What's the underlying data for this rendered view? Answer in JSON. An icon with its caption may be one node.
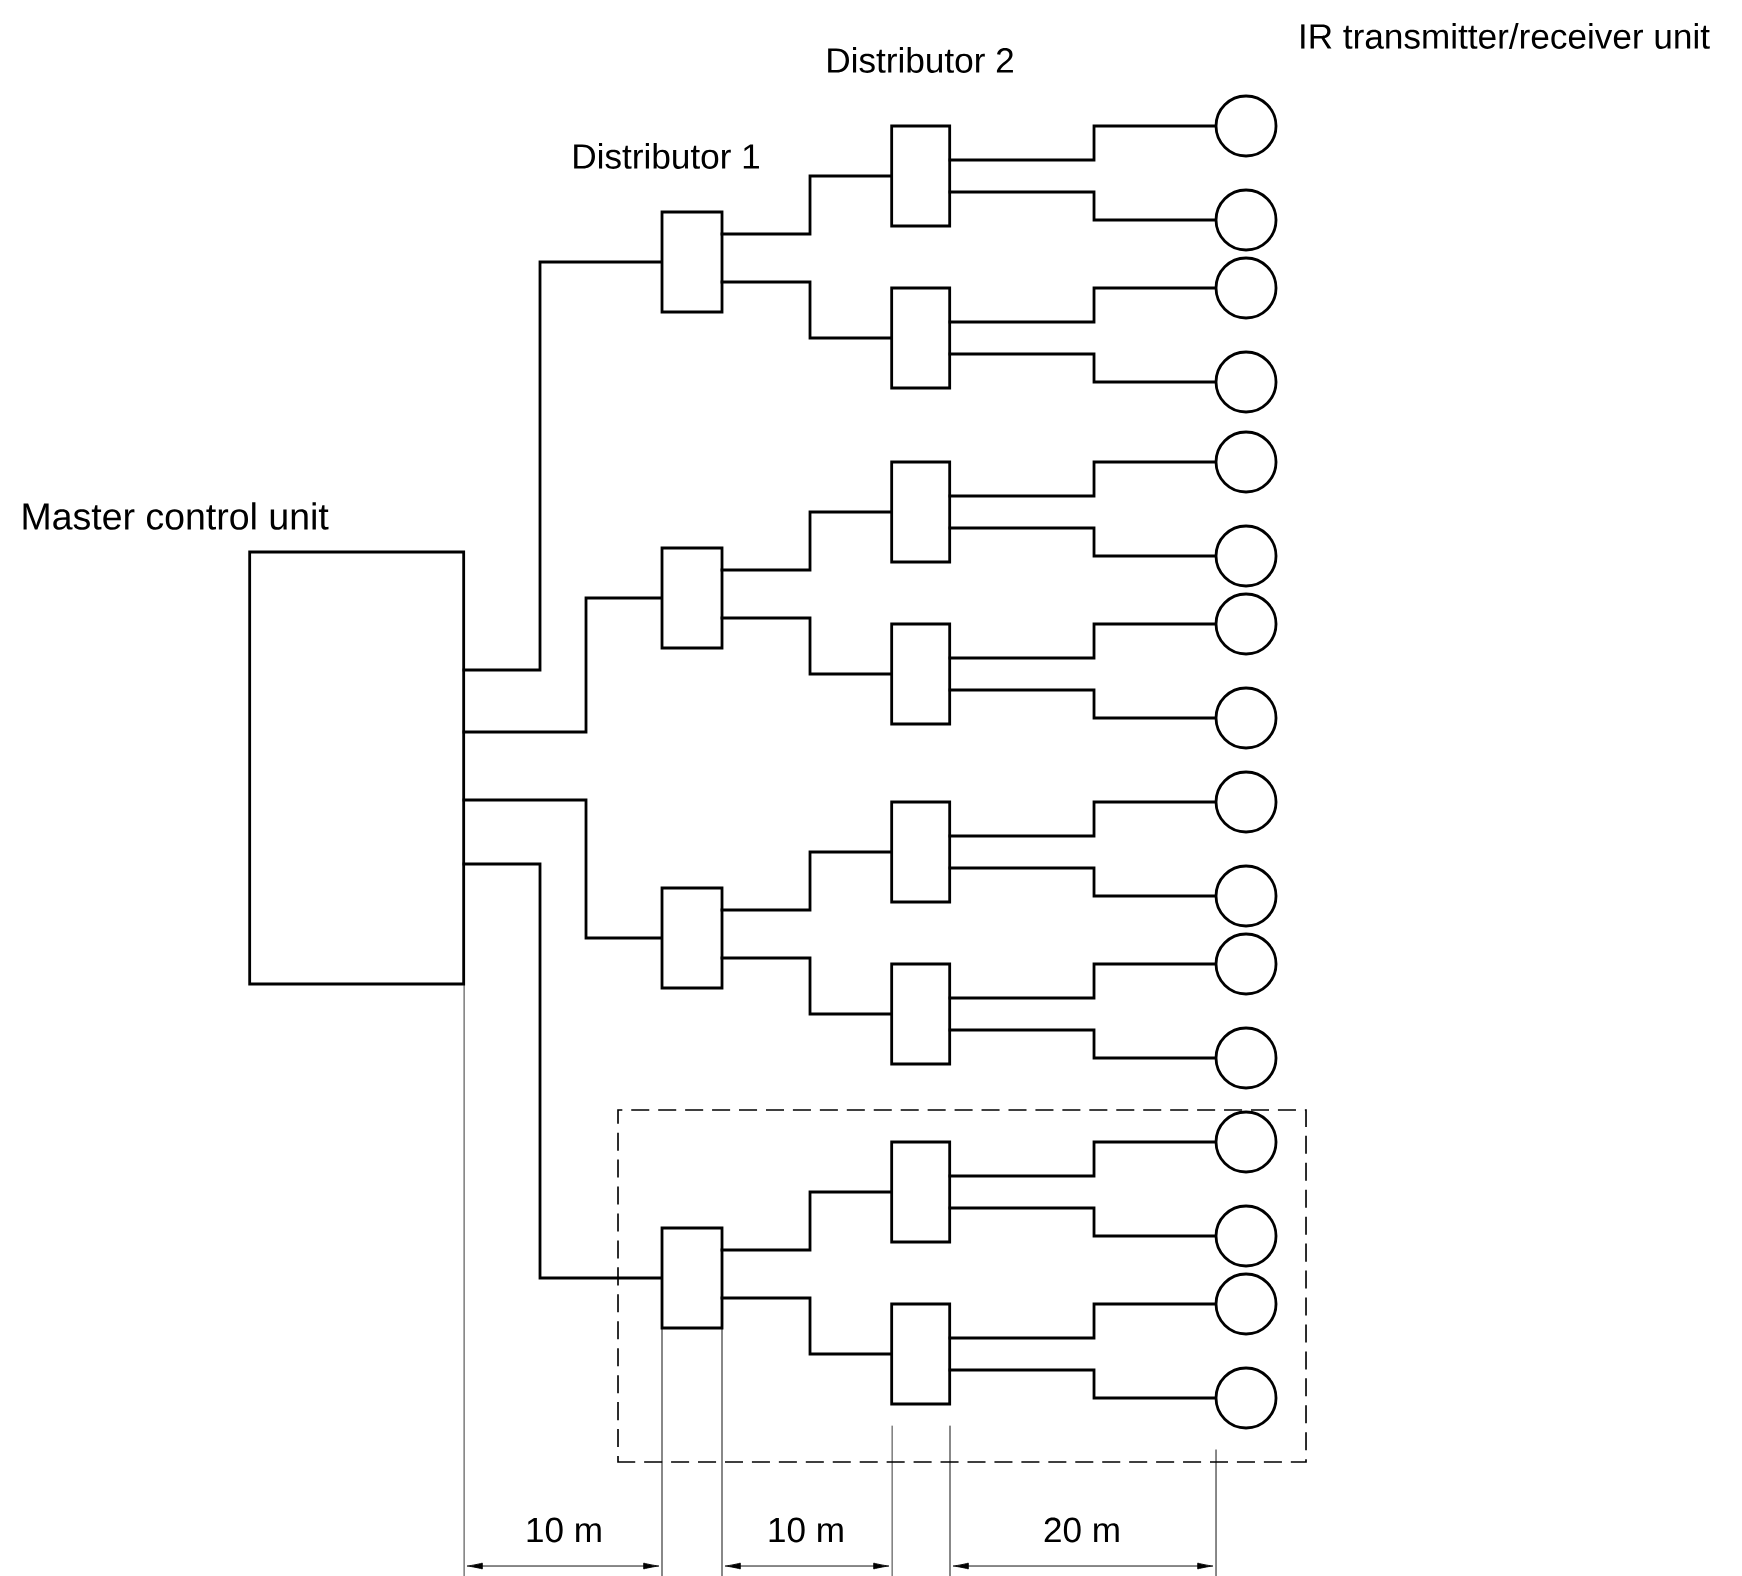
{
  "diagram": {
    "nodes": [
      {
        "text": [
          "Master control unit"
        ]
      },
      {
        "text": [],
        "shape": "box"
      },
      {
        "text": [],
        "shape": "box"
      },
      {
        "text": [],
        "shape": "circle"
      },
      {
        "text": [],
        "shape": "circle"
      },
      {
        "text": [],
        "shape": "box"
      },
      {
        "text": [],
        "shape": "circle"
      },
      {
        "text": [],
        "shape": "circle"
      },
      {
        "text": [],
        "shape": "box"
      },
      {
        "text": [],
        "shape": "box"
      },
      {
        "text": [],
        "shape": "circle"
      },
      {
        "text": [],
        "shape": "circle"
      },
      {
        "text": [],
        "shape": "box"
      },
      {
        "text": [],
        "shape": "circle"
      },
      {
        "text": [],
        "shape": "circle"
      },
      {
        "text": [],
        "shape": "box"
      },
      {
        "text": [],
        "shape": "box"
      },
      {
        "text": [],
        "shape": "circle"
      },
      {
        "text": [],
        "shape": "circle"
      },
      {
        "text": [],
        "shape": "box"
      },
      {
        "text": [],
        "shape": "circle"
      },
      {
        "text": [],
        "shape": "circle"
      },
      {
        "text": [],
        "shape": "box"
      },
      {
        "text": [],
        "shape": "box",
        "in": 22
      },
      {
        "text": [],
        "shape": "box",
        "in": 22
      },
      {
        "text": [],
        "shape": "circle",
        "in": 22
      },
      {
        "text": [],
        "shape": "circle",
        "in": 22
      },
      {
        "text": [],
        "shape": "box",
        "in": 22
      },
      {
        "text": [],
        "shape": "circle",
        "in": 22
      },
      {
        "text": [],
        "shape": "circle",
        "in": 22
      }
    ],
    "edges": [
      {
        "from": 0,
        "to": 1,
        "arrow": "none"
      },
      {
        "from": 0,
        "to": 8,
        "arrow": "none"
      },
      {
        "from": 0,
        "to": 15,
        "arrow": "none"
      },
      {
        "from": 0,
        "to": 23,
        "arrow": "none"
      },
      {
        "from": 1,
        "to": 2,
        "arrow": "none"
      },
      {
        "from": 1,
        "to": 5,
        "arrow": "none"
      },
      {
        "from": 8,
        "to": 9,
        "arrow": "none"
      },
      {
        "from": 8,
        "to": 12,
        "arrow": "none"
      },
      {
        "from": 15,
        "to": 16,
        "arrow": "none"
      },
      {
        "from": 15,
        "to": 19,
        "arrow": "none"
      },
      {
        "from": 23,
        "to": 24,
        "arrow": "none"
      },
      {
        "from": 23,
        "to": 27,
        "arrow": "none"
      },
      {
        "from": 2,
        "to": 3,
        "arrow": "none"
      },
      {
        "from": 2,
        "to": 4,
        "arrow": "none"
      },
      {
        "from": 5,
        "to": 6,
        "arrow": "none"
      },
      {
        "from": 5,
        "to": 7,
        "arrow": "none"
      },
      {
        "from": 9,
        "to": 10,
        "arrow": "none"
      },
      {
        "from": 9,
        "to": 11,
        "arrow": "none"
      },
      {
        "from": 12,
        "to": 13,
        "arrow": "none"
      },
      {
        "from": 12,
        "to": 14,
        "arrow": "none"
      },
      {
        "from": 16,
        "to": 17,
        "arrow": "none"
      },
      {
        "from": 16,
        "to": 18,
        "arrow": "none"
      },
      {
        "from": 19,
        "to": 20,
        "arrow": "none"
      },
      {
        "from": 19,
        "to": 21,
        "arrow": "none"
      },
      {
        "from": 24,
        "to": 25,
        "arrow": "none"
      },
      {
        "from": 24,
        "to": 26,
        "arrow": "none"
      },
      {
        "from": 27,
        "to": 28,
        "arrow": "none"
      },
      {
        "from": 27,
        "to": 29,
        "arrow": "none"
      }
    ],
    "labels": [
      "Distributor 1",
      "Distributor 2",
      "IR transmitter/receiver unit",
      "10 m",
      "10 m",
      "20 m"
    ]
  }
}
